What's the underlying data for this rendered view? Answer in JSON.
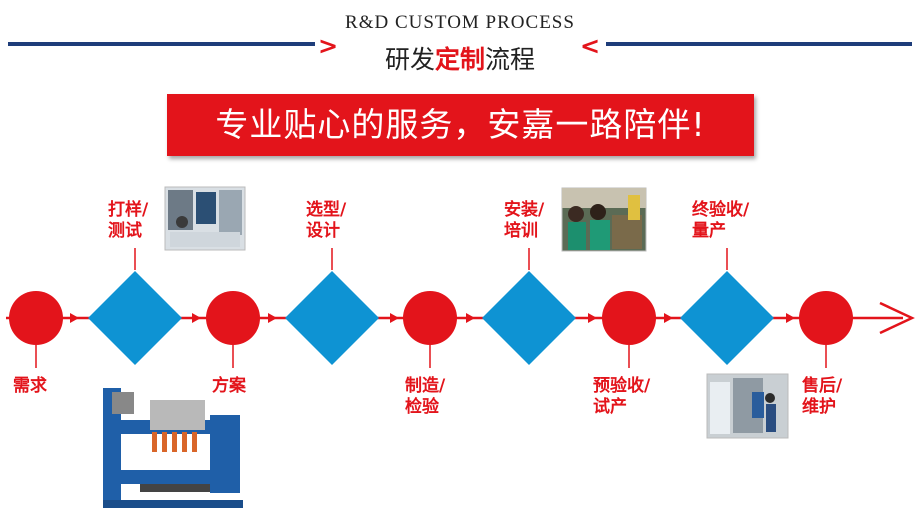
{
  "header": {
    "title_en": "R&D CUSTOM PROCESS",
    "title_cn_pre": "研发",
    "title_cn_highlight": "定制",
    "title_cn_post": "流程",
    "left_chevron": ">",
    "right_chevron": "<"
  },
  "banner": {
    "text": "专业贴心的服务，安嘉一路陪伴!"
  },
  "steps": {
    "s1": {
      "line1": "需求"
    },
    "s2": {
      "line1": "打样/",
      "line2": "测试"
    },
    "s3": {
      "line1": "方案"
    },
    "s4": {
      "line1": "选型/",
      "line2": "设计"
    },
    "s5": {
      "line1": "制造/",
      "line2": "检验"
    },
    "s6": {
      "line1": "安装/",
      "line2": "培训"
    },
    "s7": {
      "line1": "预验收/",
      "line2": "试产"
    },
    "s8": {
      "line1": "终验收/",
      "line2": "量产"
    },
    "s9": {
      "line1": "售后/",
      "line2": "维护"
    }
  },
  "colors": {
    "accent_red": "#e3141b",
    "diamond_blue": "#0e93d3",
    "navy": "#1e3d7a"
  },
  "icons": [
    "right-arrow-icon"
  ]
}
